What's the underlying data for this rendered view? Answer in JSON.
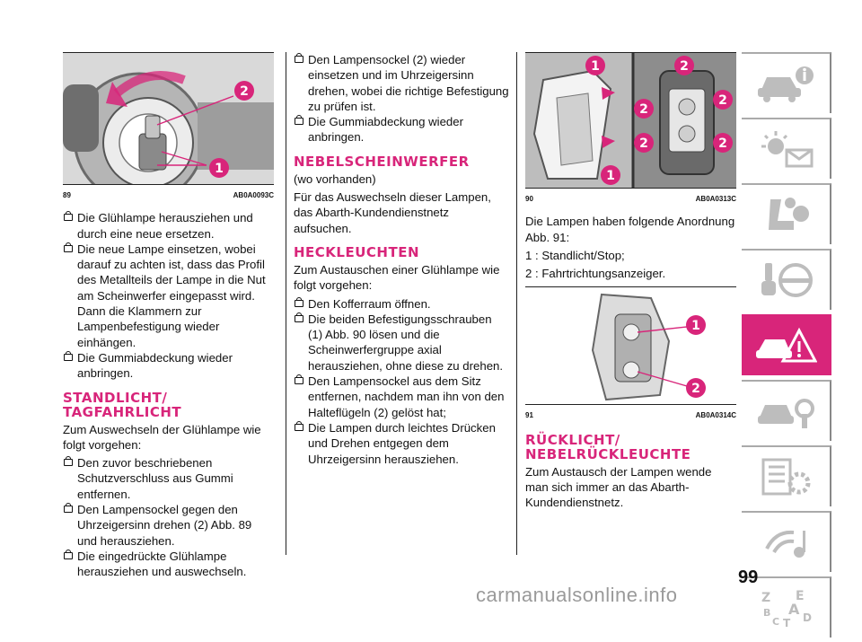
{
  "column1": {
    "figure": {
      "number": "89",
      "code": "AB0A0093C",
      "callouts": [
        "2",
        "1"
      ]
    },
    "steps_a": [
      "Die Glühlampe herausziehen und durch eine neue ersetzen.",
      "Die neue Lampe einsetzen, wobei darauf zu achten ist, dass das Profil des Metallteils der Lampe in die Nut am Scheinwerfer eingepasst wird. Dann die Klammern zur Lampenbefestigung wieder einhängen.",
      "Die Gummiabdeckung wieder anbringen."
    ],
    "heading": "STANDLICHT/ TAGFAHRLICHT",
    "intro": "Zum Auswechseln der Glühlampe wie folgt vorgehen:",
    "steps_b": [
      "Den zuvor beschriebenen Schutzverschluss aus Gummi entfernen.",
      "Den Lampensockel gegen den Uhrzeigersinn drehen (2) Abb. 89 und herausziehen.",
      "Die eingedrückte Glühlampe herausziehen und auswechseln."
    ]
  },
  "column2": {
    "steps_a": [
      "Den Lampensockel (2) wieder einsetzen und im Uhrzeigersinn drehen, wobei die richtige Befestigung zu prüfen ist.",
      "Die Gummiabdeckung wieder anbringen."
    ],
    "heading1": "NEBELSCHEINWERFER",
    "note1": "(wo vorhanden)",
    "text1": "Für das Auswechseln dieser Lampen, das Abarth-Kundendienstnetz aufsuchen.",
    "heading2": "HECKLEUCHTEN",
    "intro2": "Zum Austauschen einer Glühlampe wie folgt vorgehen:",
    "steps_b": [
      "Den Kofferraum öffnen.",
      "Die beiden Befestigungsschrauben (1) Abb. 90 lösen und die Scheinwerfergruppe axial herausziehen, ohne diese zu drehen.",
      "Den Lampensockel aus dem Sitz entfernen, nachdem man ihn von den Halteflügeln (2) gelöst hat;",
      "Die Lampen durch leichtes Drücken und Drehen entgegen dem Uhrzeigersinn herausziehen."
    ]
  },
  "column3": {
    "figure1": {
      "number": "90",
      "code": "AB0A0313C",
      "callouts": [
        "1",
        "2",
        "2",
        "2",
        "2",
        "2",
        "1"
      ]
    },
    "text1": "Die Lampen haben folgende Anordnung Abb. 91:",
    "list": [
      "1 : Standlicht/Stop;",
      "2 : Fahrtrichtungsanzeiger."
    ],
    "figure2": {
      "number": "91",
      "code": "AB0A0314C",
      "callouts": [
        "1",
        "2"
      ]
    },
    "heading": "RÜCKLICHT/ NEBELRÜCKLEUCHTE",
    "text2": "Zum Austausch der Lampen wende man sich immer an das Abarth-Kundendienstnetz."
  },
  "sidebar": {
    "tabs": [
      {
        "icon": "car-info-icon",
        "active": false
      },
      {
        "icon": "dashboard-lights-icon",
        "active": false
      },
      {
        "icon": "seat-airbag-icon",
        "active": false
      },
      {
        "icon": "key-steering-wheel-icon",
        "active": false
      },
      {
        "icon": "car-warning-triangle-icon",
        "active": true
      },
      {
        "icon": "car-service-icon",
        "active": false
      },
      {
        "icon": "specs-gear-icon",
        "active": false
      },
      {
        "icon": "multimedia-icon",
        "active": false
      },
      {
        "icon": "alphabetical-index-icon",
        "active": false
      }
    ],
    "index_letters": [
      "Z",
      "E",
      "B",
      "A",
      "C",
      "T",
      "D"
    ],
    "accent_color": "#d8257a"
  },
  "page_number": "99",
  "watermark": "carmanualsonline.info"
}
